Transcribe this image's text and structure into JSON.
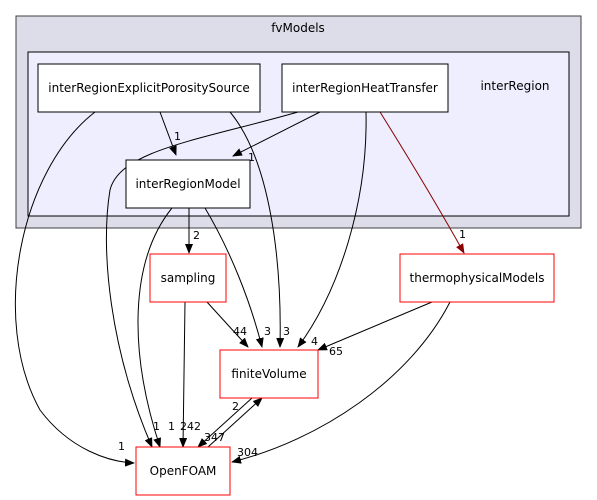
{
  "outer_cluster": {
    "label": "fvModels",
    "fill": "#dddde9",
    "stroke": "#404040"
  },
  "inner_cluster": {
    "label": "interRegion",
    "fill": "#eeeeff",
    "stroke": "#000000"
  },
  "nodes": {
    "porosity": {
      "label": "interRegionExplicitPorositySource"
    },
    "heat": {
      "label": "interRegionHeatTransfer"
    },
    "model": {
      "label": "interRegionModel"
    },
    "sampling": {
      "label": "sampling"
    },
    "thermo": {
      "label": "thermophysicalModels"
    },
    "finitevolume": {
      "label": "finiteVolume"
    },
    "openfoam": {
      "label": "OpenFOAM"
    }
  },
  "edge_labels": {
    "porosity_to_model": "1",
    "heat_to_model": "1",
    "model_to_sampling": "2",
    "heat_to_thermo": "1",
    "sampling_to_finitevolume": "44",
    "model_to_finitevolume": "3",
    "porosity_to_finitevolume": "3",
    "heat_to_finitevolume": "4",
    "thermo_to_finitevolume": "65",
    "finitevolume_to_openfoam": "2",
    "openfoam_to_finitevolume": "347",
    "porosity_to_openfoam": "1",
    "heat_to_openfoam": "1",
    "model_to_openfoam": "1",
    "sampling_to_openfoam": "242",
    "thermo_to_openfoam": "304"
  },
  "colors": {
    "internal_border": "#000000",
    "external_border": "#ff0000",
    "edge_normal": "#000000",
    "edge_external": "#8b0000"
  }
}
